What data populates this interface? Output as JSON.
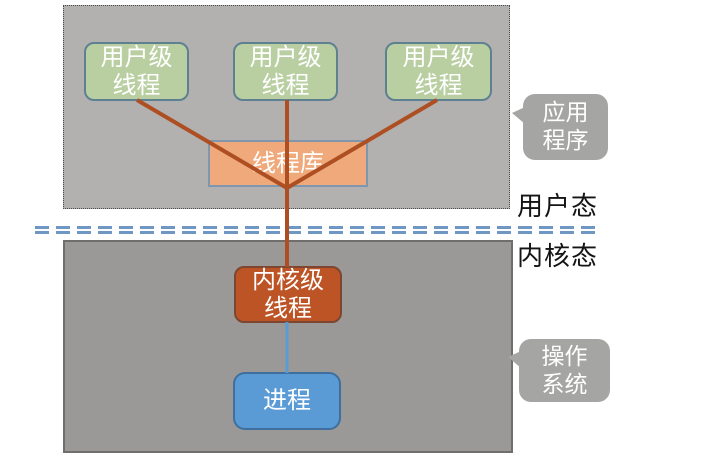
{
  "nodes": {
    "user_threads": [
      {
        "label": "用户级\n线程"
      },
      {
        "label": "用户级\n线程"
      },
      {
        "label": "用户级\n线程"
      }
    ],
    "thread_library": {
      "label": "线程库"
    },
    "kernel_thread": {
      "label": "内核级\n线程"
    },
    "process": {
      "label": "进程"
    }
  },
  "regions": {
    "user_space": {
      "mode_label": "用户态"
    },
    "kernel_space": {
      "mode_label": "内核态"
    }
  },
  "callouts": {
    "application": {
      "label": "应用\n程序"
    },
    "operating_system": {
      "label": "操作\n系统"
    }
  },
  "colors": {
    "user_region_fill": "#b3b1af",
    "kernel_region_fill": "#9a9997",
    "user_thread_fill": "#b9cfa2",
    "user_thread_border": "#5d8191",
    "thread_library_fill": "#efa97a",
    "thread_library_border": "#8096ae",
    "kernel_thread_fill": "#bd5426",
    "process_fill": "#5b9bd5",
    "process_border": "#3e6f9e",
    "connector_user": "#ad4f22",
    "connector_kernel": "#5b9bd5",
    "divider": "#6f97c4",
    "callout_fill": "#a5a5a4"
  }
}
